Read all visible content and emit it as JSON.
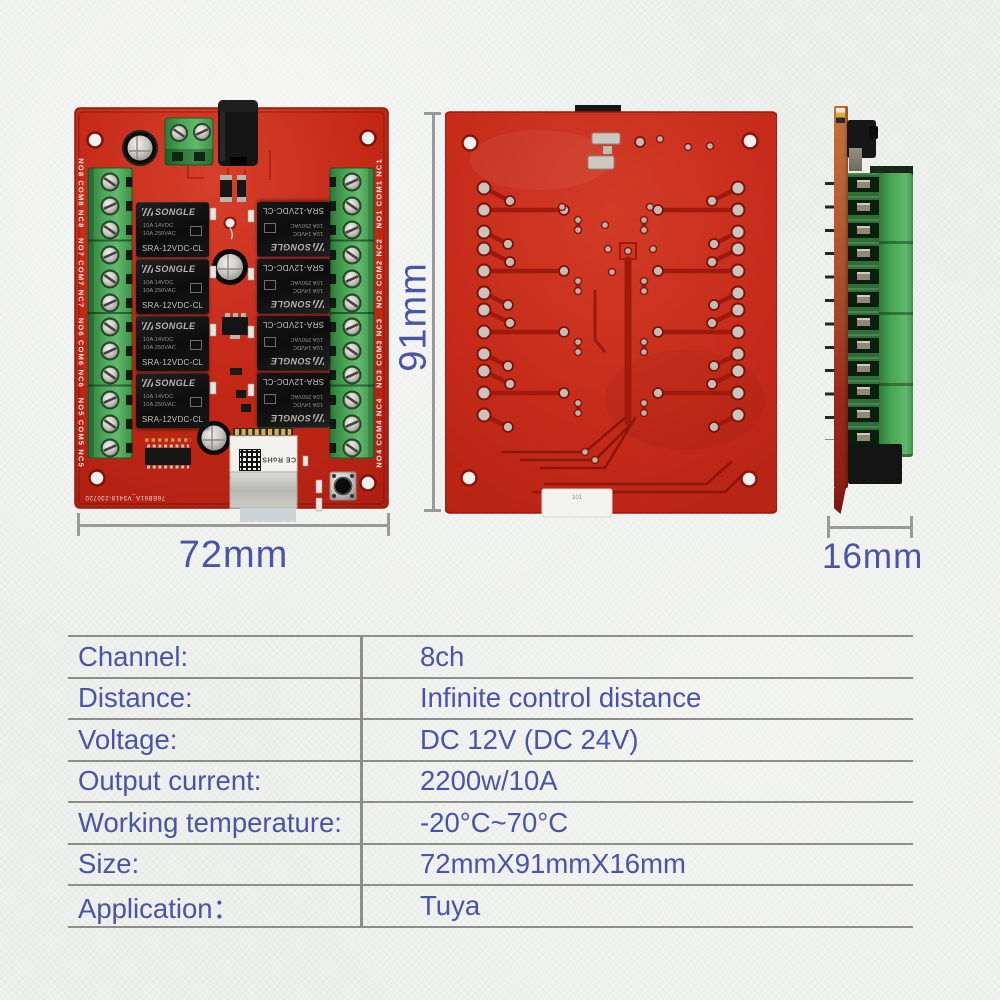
{
  "product": {
    "front": {
      "dim_width_label": "72mm",
      "terminal_labels_left": "NO8 COM8 NC8   NO7 COM7 NC7   NO6 COM6 NC6   NO5 COM5 NC5",
      "terminal_labels_right": "NO4 COM4 NC4   NO3 COM3 NC3   NO2 COM2 NC2   NO1 COM1 NC1",
      "relay_brand": "SONGLE",
      "relay_rating_1": "10A 14VDC",
      "relay_rating_2": "10A 250VAC",
      "relay_model": "SRA-12VDC-CL",
      "wifi_module_marking": "CE RoHS",
      "silkscreen_code": "76BB61A_V3418-230720"
    },
    "back": {
      "dim_height_label": "91mm",
      "tab_marking": "101"
    },
    "side": {
      "dim_depth_label": "16mm"
    }
  },
  "spec_table": {
    "rows": [
      {
        "label": "Channel:",
        "value": "8ch"
      },
      {
        "label": "Distance:",
        "value": "Infinite control distance"
      },
      {
        "label": "Voltage:",
        "value": "DC 12V  (DC 24V)"
      },
      {
        "label": "Output current:",
        "value": "2200w/10A"
      },
      {
        "label": "Working temperature:",
        "value": "-20°C~70°C"
      },
      {
        "label": "Size:",
        "value": "72mmX91mmX16mm"
      },
      {
        "label": "Application：",
        "value": "Tuya"
      }
    ]
  },
  "colors": {
    "pcb_red": "#c52a1a",
    "trace_red": "#a0190d",
    "terminal_green": "#3f9b4d",
    "text_blue": "#4a54a6",
    "line_gray": "#8e8e8e"
  }
}
